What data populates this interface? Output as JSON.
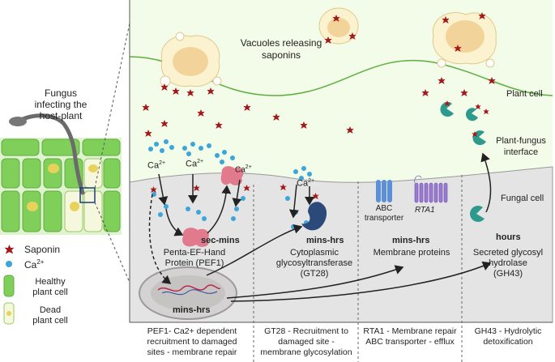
{
  "left_panel": {
    "title_lines": [
      "Fungus",
      "infecting the",
      "host-plant"
    ]
  },
  "legend": {
    "saponin_label": "Saponin",
    "calcium_label": "Ca",
    "calcium_sup": "2+",
    "healthy_lines": [
      "Healthy",
      "plant cell"
    ],
    "dead_lines": [
      "Dead",
      "plant cell"
    ]
  },
  "plant_region": {
    "vacuole_label_lines": [
      "Vacuoles releasing",
      "saponins"
    ],
    "plant_cell_label": "Plant cell",
    "interface_label_lines": [
      "Plant-fungus",
      "interface"
    ],
    "fungal_cell_label": "Fungal cell"
  },
  "calcium_labels": [
    {
      "base": "Ca",
      "sup": "2+"
    },
    {
      "base": "Ca",
      "sup": "2+"
    },
    {
      "base": "Ca",
      "sup": "2+"
    },
    {
      "base": "Ca",
      "sup": "2+"
    }
  ],
  "columns": [
    {
      "timing": "sec-mins",
      "protein_lines": [
        "Penta-EF-Hand",
        "Protein (PEF1)"
      ],
      "caption_lines": [
        "PEF1- Ca2+ dependent",
        "recruitment to damaged",
        "sites - membrane repair"
      ]
    },
    {
      "timing": "mins-hrs",
      "protein_lines": [
        "Cytoplasmic",
        "glycosyltransferase",
        "(GT28)"
      ],
      "caption_lines": [
        "GT28 - Recruitment to",
        "damaged site -",
        "membrane glycosylation"
      ]
    },
    {
      "timing": "mins-hrs",
      "transporter_lines": [
        "ABC",
        "transporter"
      ],
      "rta_label": "RTA1",
      "protein_lines": [
        "Membrane proteins"
      ],
      "caption_lines": [
        "RTA1 - Membrane repair",
        "ABC transporter - efflux"
      ]
    },
    {
      "timing": "hours",
      "protein_lines": [
        "Secreted glycosyl",
        "hydrolase",
        "(GH43)"
      ],
      "caption_lines": [
        "GH43 - Hydrolytic",
        "detoxification"
      ]
    }
  ],
  "nucleus_label": "mins-hrs",
  "colors": {
    "plant_green": "#8fd46a",
    "plant_bg": "#f3fbe9",
    "fungal_grey": "#e6e6e6",
    "saponin_red": "#a3191c",
    "calcium_blue": "#3aa6d9",
    "pef_pink": "#e07a8c",
    "gt28_navy": "#2b4a7a",
    "teal": "#2e9a8e",
    "rta_purple": "#7d5bb5"
  }
}
